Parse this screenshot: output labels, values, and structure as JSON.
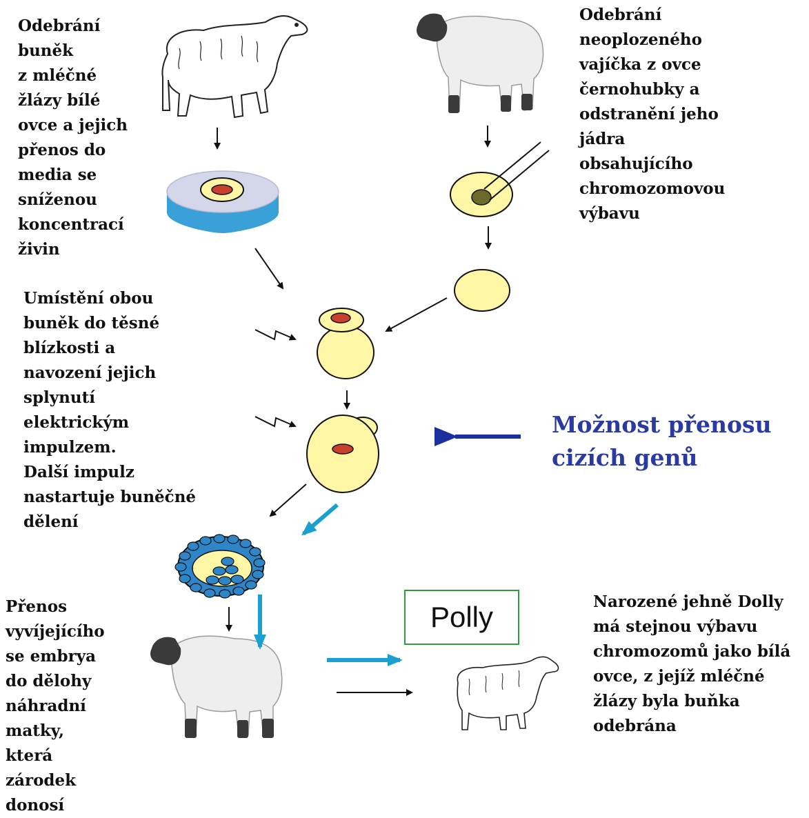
{
  "text_blocks": {
    "donor_cells": "Odebrání\nbuněk\nz mléčné\nžlázy bílé\novce a jejich\npřenos do\nmedia se\nsníženou\nkoncentrací\nživin",
    "egg_removal": "Odebrání\nneoplozeného\nvajíčka z ovce\nčernohubky a\nodstranění jeho\njádra\nobsahujícího\nchromozomovou\nvýbavu",
    "fusion": "Umístění obou\nbuněk do těsné\nblízkosti a\nnavození jejich\nsplynutí\nelektrickým\nimpulzem.\nDalší impulz\nnastartuje buněčné\ndělení",
    "transfer": "Přenos\nvyvíjejícího\nse embrya\ndo dělohy\nnáhradní\nmatky,\nkterá\nzárodek\ndonosí",
    "born": "Narozené jehně Dolly\nmá stejnou výbavu\nchromozomů jako bílá\novce, z jejíž mléčné\nžlázy byla buňka\nodebrána"
  },
  "callout": "Možnost přenosu\n cizích genů",
  "polly_label": "Polly",
  "colors": {
    "cell_fill": "#fff6a6",
    "nucleus": "#c8412a",
    "dish_blue": "#3aa0d8",
    "dish_top": "#d4d6ea",
    "callout_arrow": "#1c2f9e",
    "cyan_arrow": "#1aa0cf",
    "polly_border": "#2e9b3e",
    "embryo_cell": "#2e86c9",
    "black_face": "#3a3a3a"
  },
  "icons": [
    "white-sheep-icon",
    "black-faced-sheep-icon",
    "surrogate-sheep-icon",
    "lamb-icon",
    "petri-dish-icon",
    "pipette-icon",
    "electric-impulse-icon",
    "blastocyst-icon"
  ]
}
